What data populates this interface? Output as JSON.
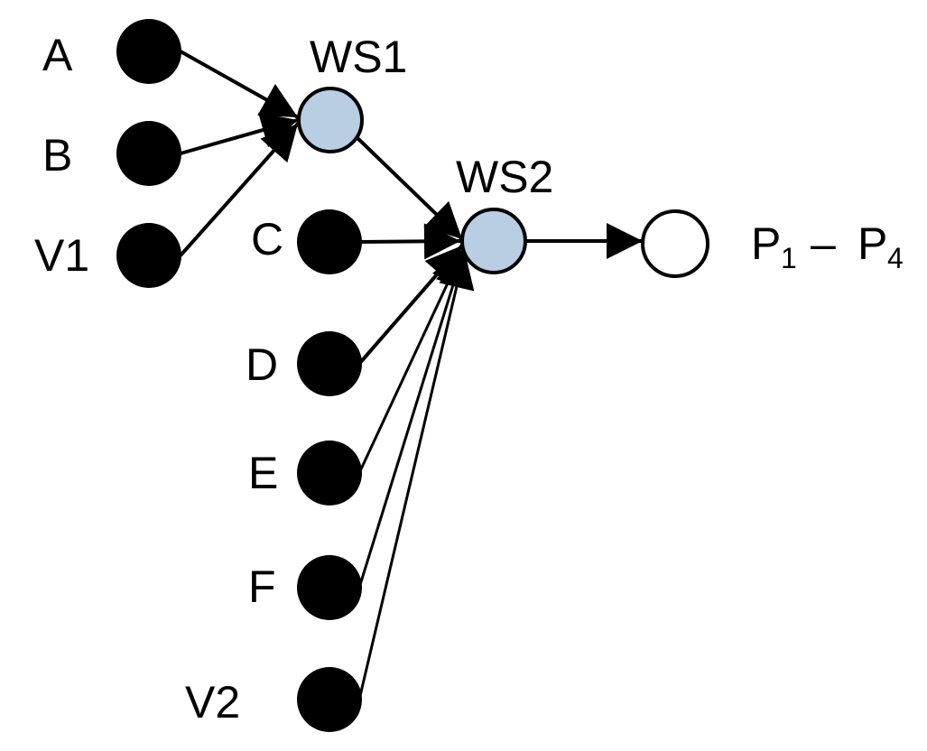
{
  "nodes": {
    "A": "A",
    "B": "B",
    "V1": "V1",
    "C": "C",
    "D": "D",
    "E": "E",
    "F": "F",
    "V2": "V2",
    "WS1": "WS1",
    "WS2": "WS2",
    "P_main": "P",
    "P_sub_1": "1",
    "dash": "–",
    "P_main_2": "P",
    "P_sub_2": "4"
  },
  "colors": {
    "input_node": "#000000",
    "workstation_node": "#b9cde3",
    "output_node": "#ffffff"
  }
}
